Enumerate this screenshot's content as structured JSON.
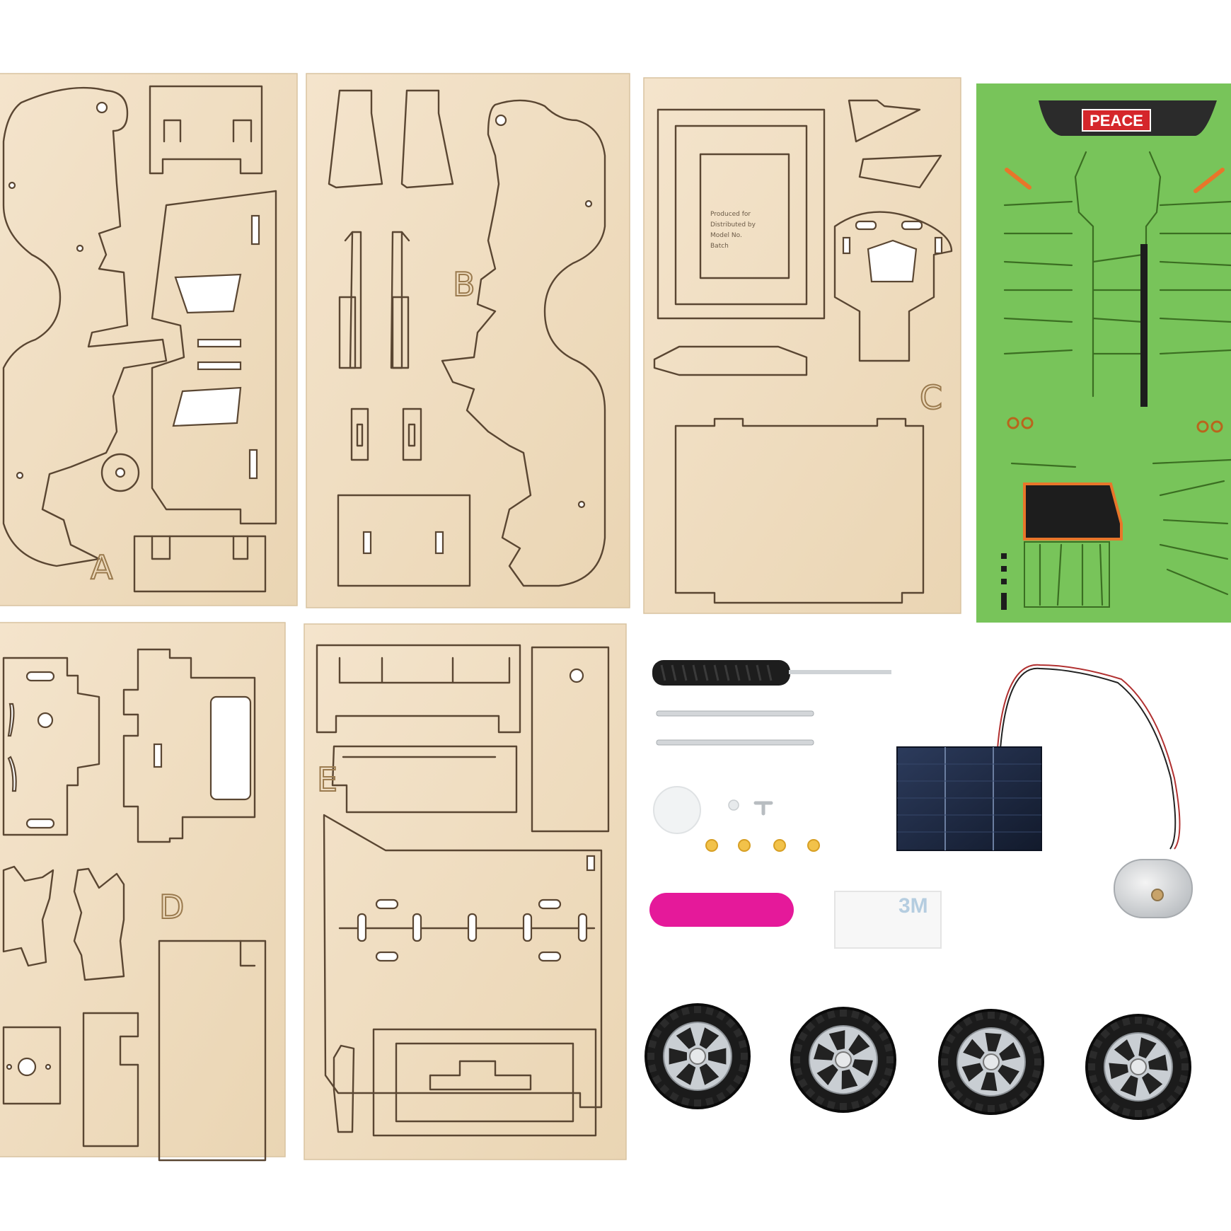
{
  "panels": [
    {
      "letter": "A"
    },
    {
      "letter": "B"
    },
    {
      "letter": "C"
    },
    {
      "letter": "D"
    },
    {
      "letter": "E"
    }
  ],
  "sticker_sheet": {
    "badge_text": "PEACE"
  },
  "tape_roll": {
    "brand_text": "3M"
  },
  "label_plate": {
    "lines": [
      "Produced for",
      "Distributed by",
      "Model No.",
      "Batch"
    ]
  },
  "colors": {
    "plywood": "#f1dfc3",
    "cut_line": "#5a4632",
    "sticker_green": "#78c45a",
    "sticker_dark": "#2b2b2b",
    "sticker_orange": "#e8762a",
    "badge_red": "#d5262b",
    "sanding_pink": "#e5199a",
    "solar_blue": "#1c2a44",
    "tire_black": "#1b1b1b",
    "rim_silver": "#c9ced3"
  },
  "wheels": [
    {
      "id": 1
    },
    {
      "id": 2
    },
    {
      "id": 3
    },
    {
      "id": 4
    }
  ]
}
